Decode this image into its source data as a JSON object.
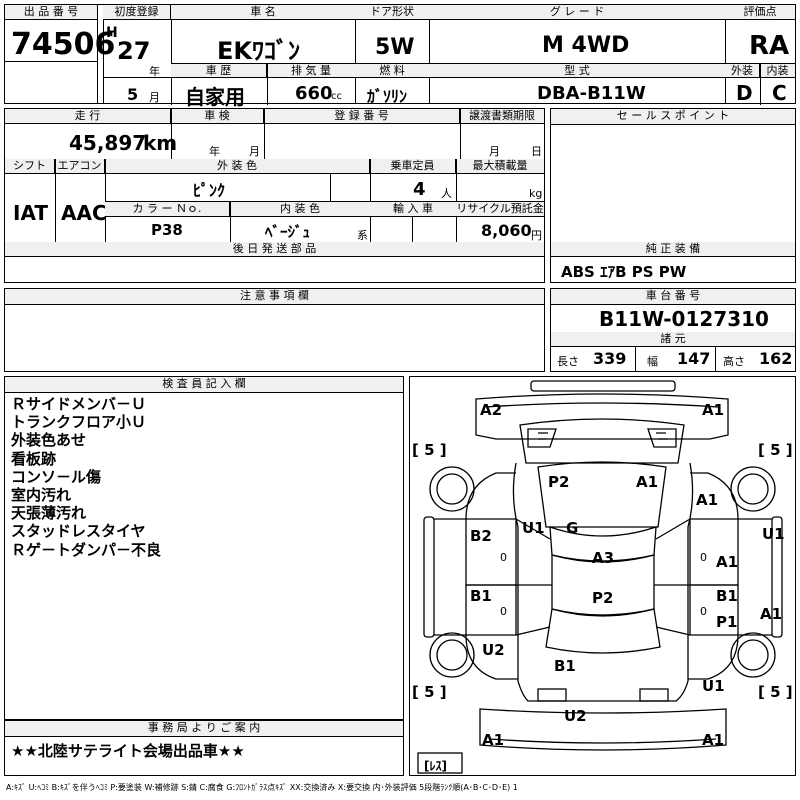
{
  "lot": {
    "header": "出 品 番 号",
    "value": "74506"
  },
  "first_reg": {
    "header": "初度登録",
    "era": "H",
    "year": "27",
    "year_unit": "年",
    "month": "5",
    "month_unit": "月"
  },
  "car_name": {
    "header": "車 名",
    "value": "EKﾜｺﾞﾝ"
  },
  "door": {
    "header": "ドア形状",
    "value": "5W"
  },
  "grade": {
    "header": "グ レ ー ド",
    "value": "M 4WD"
  },
  "score": {
    "header": "評価点",
    "value": "RA",
    "ext_header": "外装",
    "int_header": "内装",
    "ext": "D",
    "int": "C"
  },
  "history": {
    "header": "車 歴",
    "value": "自家用"
  },
  "displacement": {
    "header": "排 気 量",
    "value": "660",
    "unit": "cc"
  },
  "fuel": {
    "header": "燃 料",
    "value": "ｶﾞｿﾘﾝ"
  },
  "model": {
    "header": "型 式",
    "value": "DBA-B11W"
  },
  "mileage": {
    "header": "走 行",
    "value": "45,897",
    "unit": "km"
  },
  "inspection": {
    "header": "車 検",
    "year_unit": "年",
    "month_unit": "月"
  },
  "registration_no": {
    "header": "登 録 番 号"
  },
  "transfer_deadline": {
    "header": "譲渡書類期限",
    "month_unit": "月",
    "day_unit": "日"
  },
  "sales_point": {
    "header": "セ ー ル ス ポ イ ン ト"
  },
  "shift": {
    "header": "シフト",
    "value": "IAT"
  },
  "aircon": {
    "header": "エアコン",
    "value": "AAC"
  },
  "ext_color": {
    "header": "外 装 色",
    "value": "ﾋﾟﾝｸ"
  },
  "capacity": {
    "header": "乗車定員",
    "value": "4",
    "unit": "人"
  },
  "max_load": {
    "header": "最大積載量",
    "unit": "kg"
  },
  "color_no": {
    "header": "カ ラ ー Ｎｏ.",
    "value": "P38"
  },
  "int_color": {
    "header": "内 装 色",
    "value": "ﾍﾞｰｼﾞｭ",
    "unit": "系"
  },
  "import": {
    "header": "輸 入 車"
  },
  "recycle": {
    "header": "リサイクル預託金",
    "value": "8,060",
    "unit": "円"
  },
  "later_parts": {
    "header": "後 日 発 送 部 品"
  },
  "equipment": {
    "header": "純 正 装 備",
    "value": "ABS ｴｱB PS PW"
  },
  "notes": {
    "header": "注 意 事 項 欄"
  },
  "chassis": {
    "header": "車 台 番 号",
    "value": "B11W-0127310"
  },
  "specs": {
    "header": "諸 元",
    "length_label": "長さ",
    "length": "339",
    "width_label": "幅",
    "width": "147",
    "height_label": "高さ",
    "height": "162"
  },
  "inspector": {
    "header": "検 査 員 記 入 欄",
    "remarks": [
      "Ｒサイドメンバ－Ｕ",
      "トランクフロア小Ｕ",
      "外装色あせ",
      "看板跡",
      "コンソ－ル傷",
      "室内汚れ",
      "天張薄汚れ",
      "スタッドレスタイヤ",
      "Ｒゲ－トダンパ－不良"
    ]
  },
  "office": {
    "header": "事 務 局 よ り ご 案 内",
    "value": "★★北陸サテライト会場出品車★★"
  },
  "diagram": {
    "labels": [
      "A2",
      "A1",
      "P2",
      "A1",
      "A1",
      "U1",
      "G",
      "U1",
      "B2",
      "A3",
      "A1",
      "B1",
      "P2",
      "B1",
      "P1",
      "A1",
      "U2",
      "B1",
      "U1",
      "U2",
      "A1",
      "A1"
    ],
    "zeros": [
      "0",
      "0",
      "0",
      "0"
    ],
    "tread": [
      "[ 5 ]",
      "[ 5 ]",
      "[ 5 ]",
      "[ 5 ]"
    ],
    "spare": "[ﾚｽ]"
  },
  "legend": "A:ｷｽﾞ U:ﾍｺﾐ B:ｷｽﾞを伴うﾍｺﾐ P:要塗装 W:補修跡 S:錆 C:腐食 G:ﾌﾛﾝﾄｶﾞﾗｽ点ｷｽﾞ XX:交換済み X:要交換 内･外装評価 5段階ﾗﾝｸ順(A･B･C･D･E) 1"
}
